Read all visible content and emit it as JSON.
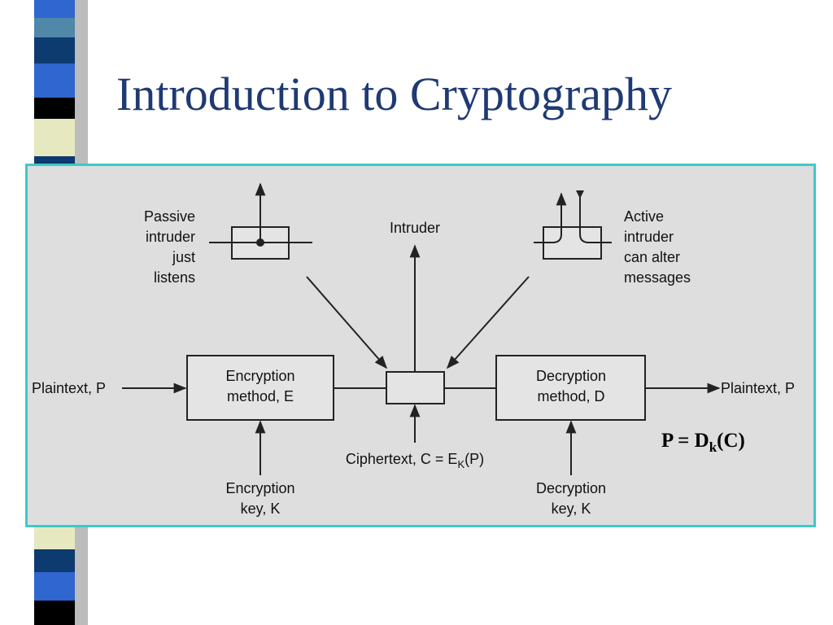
{
  "slide": {
    "title": "Introduction to Cryptography",
    "colors": {
      "title": "#1f3a73",
      "frame_border": "#3ec9c9",
      "frame_background": "#dedede",
      "stripe_colors": [
        "#2f66cf",
        "#4f88a8",
        "#0d3a6f",
        "#000000",
        "#e6e8c0"
      ]
    }
  },
  "diagram": {
    "passive_intruder": [
      "Passive",
      "intruder",
      "just",
      "listens"
    ],
    "intruder": "Intruder",
    "active_intruder": [
      "Active",
      "intruder",
      "can alter",
      "messages"
    ],
    "plaintext_in": "Plaintext, P",
    "encryption_method": [
      "Encryption",
      "method, E"
    ],
    "decryption_method": [
      "Decryption",
      "method, D"
    ],
    "plaintext_out": "Plaintext, P",
    "ciphertext": {
      "prefix": "Ciphertext, C = E",
      "subscript": "K",
      "suffix": "(P)"
    },
    "encryption_key": [
      "Encryption",
      "key, K"
    ],
    "decryption_key": [
      "Decryption",
      "key, K"
    ],
    "equation": {
      "prefix": "P = D",
      "subscript": "k",
      "suffix": "(C)"
    }
  }
}
